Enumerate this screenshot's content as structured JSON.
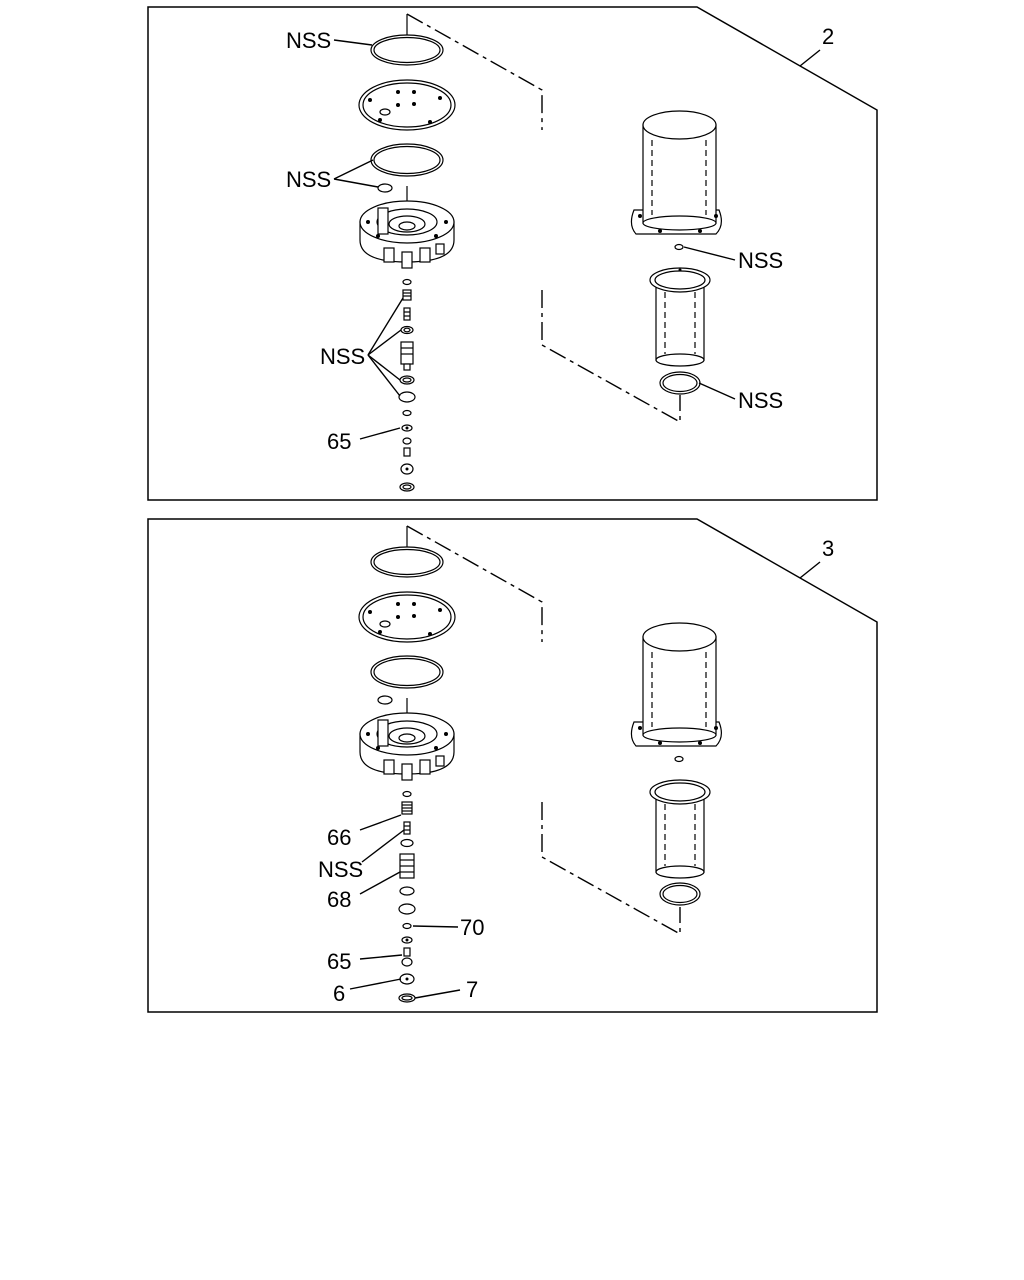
{
  "panel_top": {
    "ref_number": "2",
    "labels": [
      "NSS",
      "NSS",
      "NSS",
      "65",
      "NSS",
      "NSS"
    ]
  },
  "panel_bottom": {
    "ref_number": "3",
    "labels": [
      "66",
      "NSS",
      "68",
      "70",
      "65",
      "6",
      "7"
    ]
  }
}
